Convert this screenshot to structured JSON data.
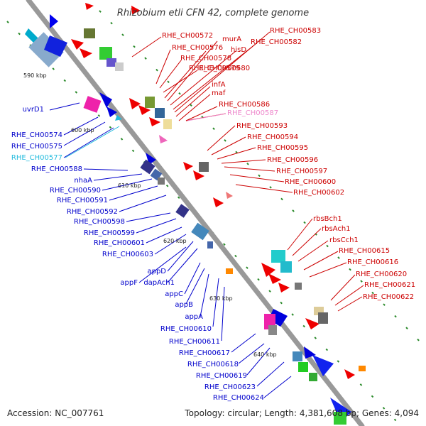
{
  "title": "Rhizobium etli CFN 42, complete genome",
  "accession": "Accession: NC_007761",
  "topology": "Topology: circular; Length: 4,381,608 bp; Genes: 4,094",
  "colors": {
    "forward_label": "#cc0000",
    "reverse_label": "#0000cc",
    "pink_label": "#ee88cc",
    "cyan_label": "#22bbdd",
    "backbone": "#999999"
  },
  "kbp_ticks": [
    "590 kbp",
    "600 kbp",
    "610 kbp",
    "620 kbp",
    "630 kbp",
    "640 kbp"
  ],
  "forward_labels": [
    {
      "name": "RHE_CH00572",
      "color": "#cc0000"
    },
    {
      "name": "murA",
      "color": "#cc0000"
    },
    {
      "name": "RHE_CH00583",
      "color": "#cc0000"
    },
    {
      "name": "RHE_CH00576",
      "color": "#cc0000"
    },
    {
      "name": "hisD",
      "color": "#cc0000"
    },
    {
      "name": "RHE_CH00582",
      "color": "#cc0000"
    },
    {
      "name": "RHE_CH00578",
      "color": "#cc0000"
    },
    {
      "name": "RHE_CH00579",
      "color": "#cc0000"
    },
    {
      "name": "RHE_CH00580",
      "color": "#cc0000"
    },
    {
      "name": "infA",
      "color": "#cc0000"
    },
    {
      "name": "maf",
      "color": "#cc0000"
    },
    {
      "name": "RHE_CH00586",
      "color": "#cc0000"
    },
    {
      "name": "RHE_CH00587",
      "color": "#ee88cc"
    },
    {
      "name": "RHE_CH00593",
      "color": "#cc0000"
    },
    {
      "name": "RHE_CH00594",
      "color": "#cc0000"
    },
    {
      "name": "RHE_CH00595",
      "color": "#cc0000"
    },
    {
      "name": "RHE_CH00596",
      "color": "#cc0000"
    },
    {
      "name": "RHE_CH00597",
      "color": "#cc0000"
    },
    {
      "name": "RHE_CH00600",
      "color": "#cc0000"
    },
    {
      "name": "RHE_CH00602",
      "color": "#cc0000"
    },
    {
      "name": "rbsBch1",
      "color": "#cc0000"
    },
    {
      "name": "rbsAch1",
      "color": "#cc0000"
    },
    {
      "name": "rbsCch1",
      "color": "#cc0000"
    },
    {
      "name": "RHE_CH00615",
      "color": "#cc0000"
    },
    {
      "name": "RHE_CH00616",
      "color": "#cc0000"
    },
    {
      "name": "RHE_CH00620",
      "color": "#cc0000"
    },
    {
      "name": "RHE_CH00621",
      "color": "#cc0000"
    },
    {
      "name": "RHE_CH00622",
      "color": "#cc0000"
    }
  ],
  "reverse_labels": [
    {
      "name": "uvrD1",
      "color": "#0000cc"
    },
    {
      "name": "RHE_CH00574",
      "color": "#0000cc"
    },
    {
      "name": "RHE_CH00575",
      "color": "#0000cc"
    },
    {
      "name": "RHE_CH00577",
      "color": "#22bbdd"
    },
    {
      "name": "RHE_CH00588",
      "color": "#0000cc"
    },
    {
      "name": "nhaA",
      "color": "#0000cc"
    },
    {
      "name": "RHE_CH00590",
      "color": "#0000cc"
    },
    {
      "name": "RHE_CH00591",
      "color": "#0000cc"
    },
    {
      "name": "RHE_CH00592",
      "color": "#0000cc"
    },
    {
      "name": "RHE_CH00598",
      "color": "#0000cc"
    },
    {
      "name": "RHE_CH00599",
      "color": "#0000cc"
    },
    {
      "name": "RHE_CH00601",
      "color": "#0000cc"
    },
    {
      "name": "RHE_CH00603",
      "color": "#0000cc"
    },
    {
      "name": "appD",
      "color": "#0000cc"
    },
    {
      "name": "appF",
      "color": "#0000cc"
    },
    {
      "name": "dapAch1",
      "color": "#0000cc"
    },
    {
      "name": "appC",
      "color": "#0000cc"
    },
    {
      "name": "appB",
      "color": "#0000cc"
    },
    {
      "name": "appA",
      "color": "#0000cc"
    },
    {
      "name": "RHE_CH00610",
      "color": "#0000cc"
    },
    {
      "name": "RHE_CH00611",
      "color": "#0000cc"
    },
    {
      "name": "RHE_CH00617",
      "color": "#0000cc"
    },
    {
      "name": "RHE_CH00618",
      "color": "#0000cc"
    },
    {
      "name": "RHE_CH00619",
      "color": "#0000cc"
    },
    {
      "name": "RHE_CH00623",
      "color": "#0000cc"
    },
    {
      "name": "RHE_CH00624",
      "color": "#0000cc"
    }
  ]
}
